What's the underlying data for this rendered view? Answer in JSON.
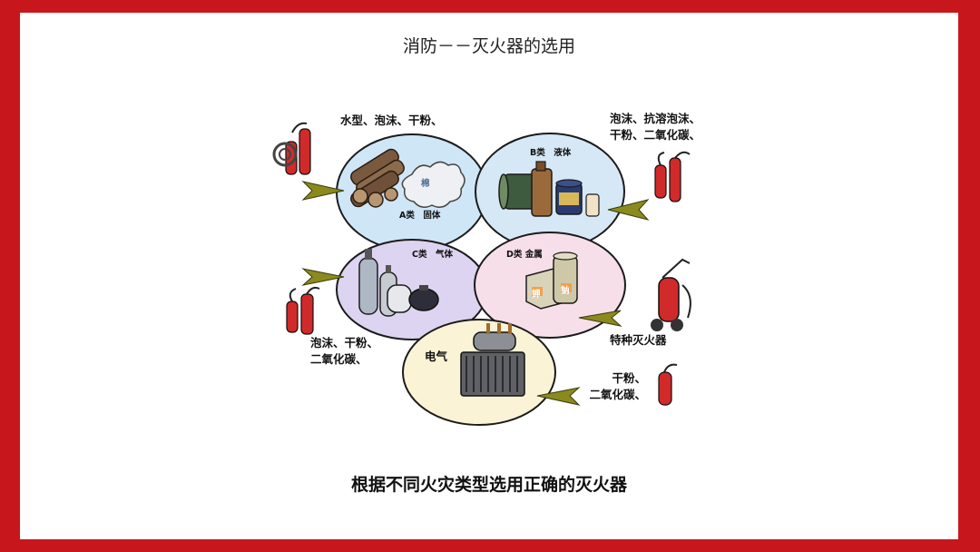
{
  "slide": {
    "title": "消防－－灭火器的选用",
    "caption": "根据不同火灾类型选用正确的灭火器"
  },
  "classes": {
    "a": {
      "label": "A类　固体",
      "extinguishers": "水型、泡沫、干粉、",
      "material_tag": "棉"
    },
    "b": {
      "label": "B类　液体",
      "extinguishers_line1": "泡沫、抗溶泡沫、",
      "extinguishers_line2": "干粉、二氧化碳、"
    },
    "c": {
      "label": "C类　气体",
      "extinguishers_line1": "泡沫、干粉、",
      "extinguishers_line2": "二氧化碳、"
    },
    "d": {
      "label": "D类 金属",
      "extinguishers": "特种灭火器",
      "tag1": "钾",
      "tag2": "钠"
    },
    "e": {
      "label": "电气",
      "extinguishers_line1": "干粉、",
      "extinguishers_line2": "二氧化碳、"
    }
  },
  "colors": {
    "frame": "#c8161d",
    "ellipse_a": "#cfe6f7",
    "ellipse_b": "#d6e8f6",
    "ellipse_c": "#dcd4f0",
    "ellipse_d": "#f7dfe9",
    "ellipse_e": "#fbf3d6",
    "arrow": "#8a8a1e",
    "extinguisher": "#d12a2a"
  }
}
